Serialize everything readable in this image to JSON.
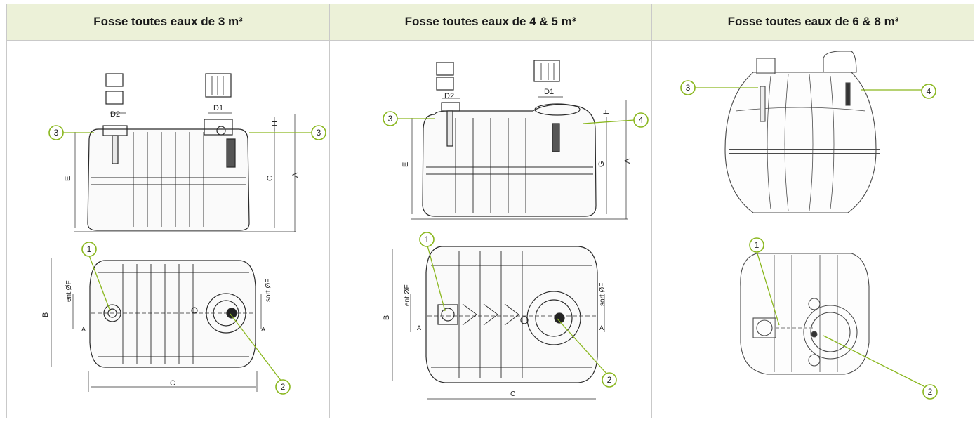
{
  "columns": [
    {
      "title": "Fosse toutes eaux de 3 m³"
    },
    {
      "title": "Fosse toutes eaux de 4 & 5 m³"
    },
    {
      "title": "Fosse toutes eaux de 6 & 8 m³"
    }
  ],
  "dimension_labels": {
    "D1": "D1",
    "D2": "D2",
    "H": "H",
    "E": "E",
    "G": "G",
    "A": "A",
    "B": "B",
    "C": "C",
    "ent": "ent.ØF",
    "sort": "sort.ØF",
    "section": "A"
  },
  "callouts": {
    "one": "1",
    "two": "2",
    "three": "3",
    "four": "4"
  },
  "colors": {
    "header_bg": "#ecf1d8",
    "callout": "#8ab71e",
    "drawing": "#2a2a2a",
    "grid": "#c9c9c9"
  }
}
